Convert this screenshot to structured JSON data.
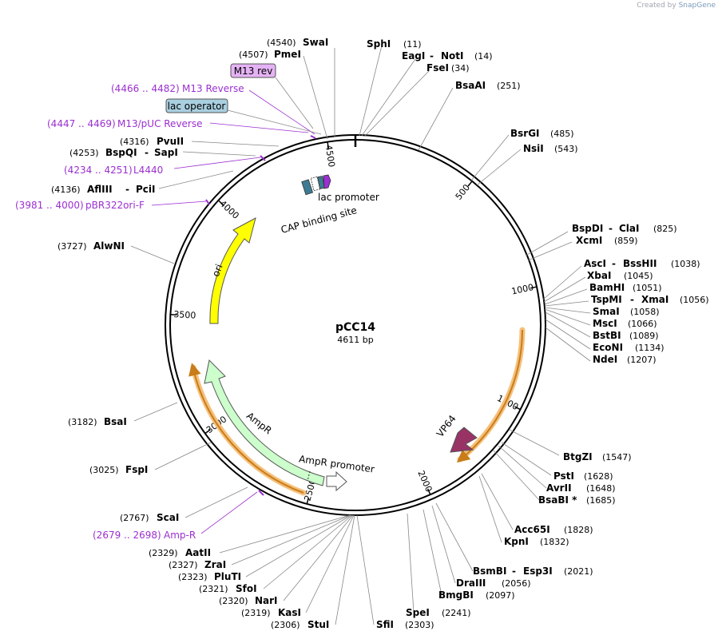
{
  "watermark": {
    "prefix": "Created by",
    "brand": "SnapGene"
  },
  "plasmid": {
    "name": "pCC14",
    "length_label": "4611 bp",
    "length": 4611
  },
  "ruler_ticks": [
    500,
    1000,
    1500,
    2000,
    2500,
    3000,
    3500,
    4000,
    4500
  ],
  "enzymes": [
    {
      "name": "SwaI",
      "pos": "(4540)"
    },
    {
      "name": "PmeI",
      "pos": "(4507)"
    },
    {
      "name": "SphI",
      "pos": "(11)"
    },
    {
      "name": "EagI",
      "name2": "NotI",
      "pos": "(14)"
    },
    {
      "name": "FseI",
      "pos": "(34)"
    },
    {
      "name": "BsaAI",
      "pos": "(251)"
    },
    {
      "name": "BsrGI",
      "pos": "(485)"
    },
    {
      "name": "NsiI",
      "pos": "(543)"
    },
    {
      "name": "BspDI",
      "name2": "ClaI",
      "pos": "(825)"
    },
    {
      "name": "XcmI",
      "pos": "(859)"
    },
    {
      "name": "AscI",
      "name2": "BssHII",
      "pos": "(1038)"
    },
    {
      "name": "XbaI",
      "pos": "(1045)"
    },
    {
      "name": "BamHI",
      "pos": "(1051)"
    },
    {
      "name": "TspMI",
      "name2": "XmaI",
      "pos": "(1056)"
    },
    {
      "name": "SmaI",
      "pos": "(1058)"
    },
    {
      "name": "MscI",
      "pos": "(1066)"
    },
    {
      "name": "BstBI",
      "pos": "(1089)"
    },
    {
      "name": "EcoNI",
      "pos": "(1134)"
    },
    {
      "name": "NdeI",
      "pos": "(1207)"
    },
    {
      "name": "BtgZI",
      "pos": "(1547)"
    },
    {
      "name": "PstI",
      "pos": "(1628)"
    },
    {
      "name": "AvrII",
      "pos": "(1648)"
    },
    {
      "name": "BsaBI *",
      "pos": "(1685)"
    },
    {
      "name": "Acc65I",
      "pos": "(1828)"
    },
    {
      "name": "KpnI",
      "pos": "(1832)"
    },
    {
      "name": "BsmBI",
      "name2": "Esp3I",
      "pos": "(2021)"
    },
    {
      "name": "DraIII",
      "pos": "(2056)"
    },
    {
      "name": "BmgBI",
      "pos": "(2097)"
    },
    {
      "name": "SpeI",
      "pos": "(2241)"
    },
    {
      "name": "SfiI",
      "pos": "(2303)"
    },
    {
      "name": "StuI",
      "pos": "(2306)"
    },
    {
      "name": "KasI",
      "pos": "(2319)"
    },
    {
      "name": "NarI",
      "pos": "(2320)"
    },
    {
      "name": "SfoI",
      "pos": "(2321)"
    },
    {
      "name": "PluTI",
      "pos": "(2323)"
    },
    {
      "name": "ZraI",
      "pos": "(2327)"
    },
    {
      "name": "AatII",
      "pos": "(2329)"
    },
    {
      "name": "ScaI",
      "pos": "(2767)"
    },
    {
      "name": "FspI",
      "pos": "(3025)"
    },
    {
      "name": "BsaI",
      "pos": "(3182)"
    },
    {
      "name": "AlwNI",
      "pos": "(3727)"
    },
    {
      "name": "AflIII",
      "name2": "PciI",
      "pos": "(4136)"
    },
    {
      "name": "BspQI",
      "name2": "SapI",
      "pos": "(4253)"
    },
    {
      "name": "PvuII",
      "pos": "(4316)"
    }
  ],
  "primers": [
    {
      "range": "(4466 .. 4482)",
      "name": "M13 Reverse"
    },
    {
      "range": "(4447 .. 4469)",
      "name": "M13/pUC Reverse"
    },
    {
      "range": "(4234 .. 4251)",
      "name": "L4440"
    },
    {
      "range": "(3981 .. 4000)",
      "name": "pBR322ori-F"
    },
    {
      "range": "(2679 .. 2698)",
      "name": "Amp-R"
    }
  ],
  "boxed_labels": [
    {
      "text": "M13 rev",
      "fill": "#e5b3f5"
    },
    {
      "text": "lac operator",
      "fill": "#a9cfe0"
    }
  ],
  "features": [
    {
      "name": "ori",
      "color": "#ffff00"
    },
    {
      "name": "AmpR",
      "color": "#ccffcc"
    },
    {
      "name": "AmpR promoter",
      "color": "#ffffff"
    },
    {
      "name": "VP64",
      "color": "#993366"
    },
    {
      "name": "lac promoter",
      "color": "#ffffff"
    },
    {
      "name": "CAP binding site",
      "color": "#3d7a94"
    }
  ],
  "colors": {
    "primer": "#9b2fd1",
    "orf_highlight": "#f6c07b",
    "orf_arrow": "#c87d1a"
  }
}
